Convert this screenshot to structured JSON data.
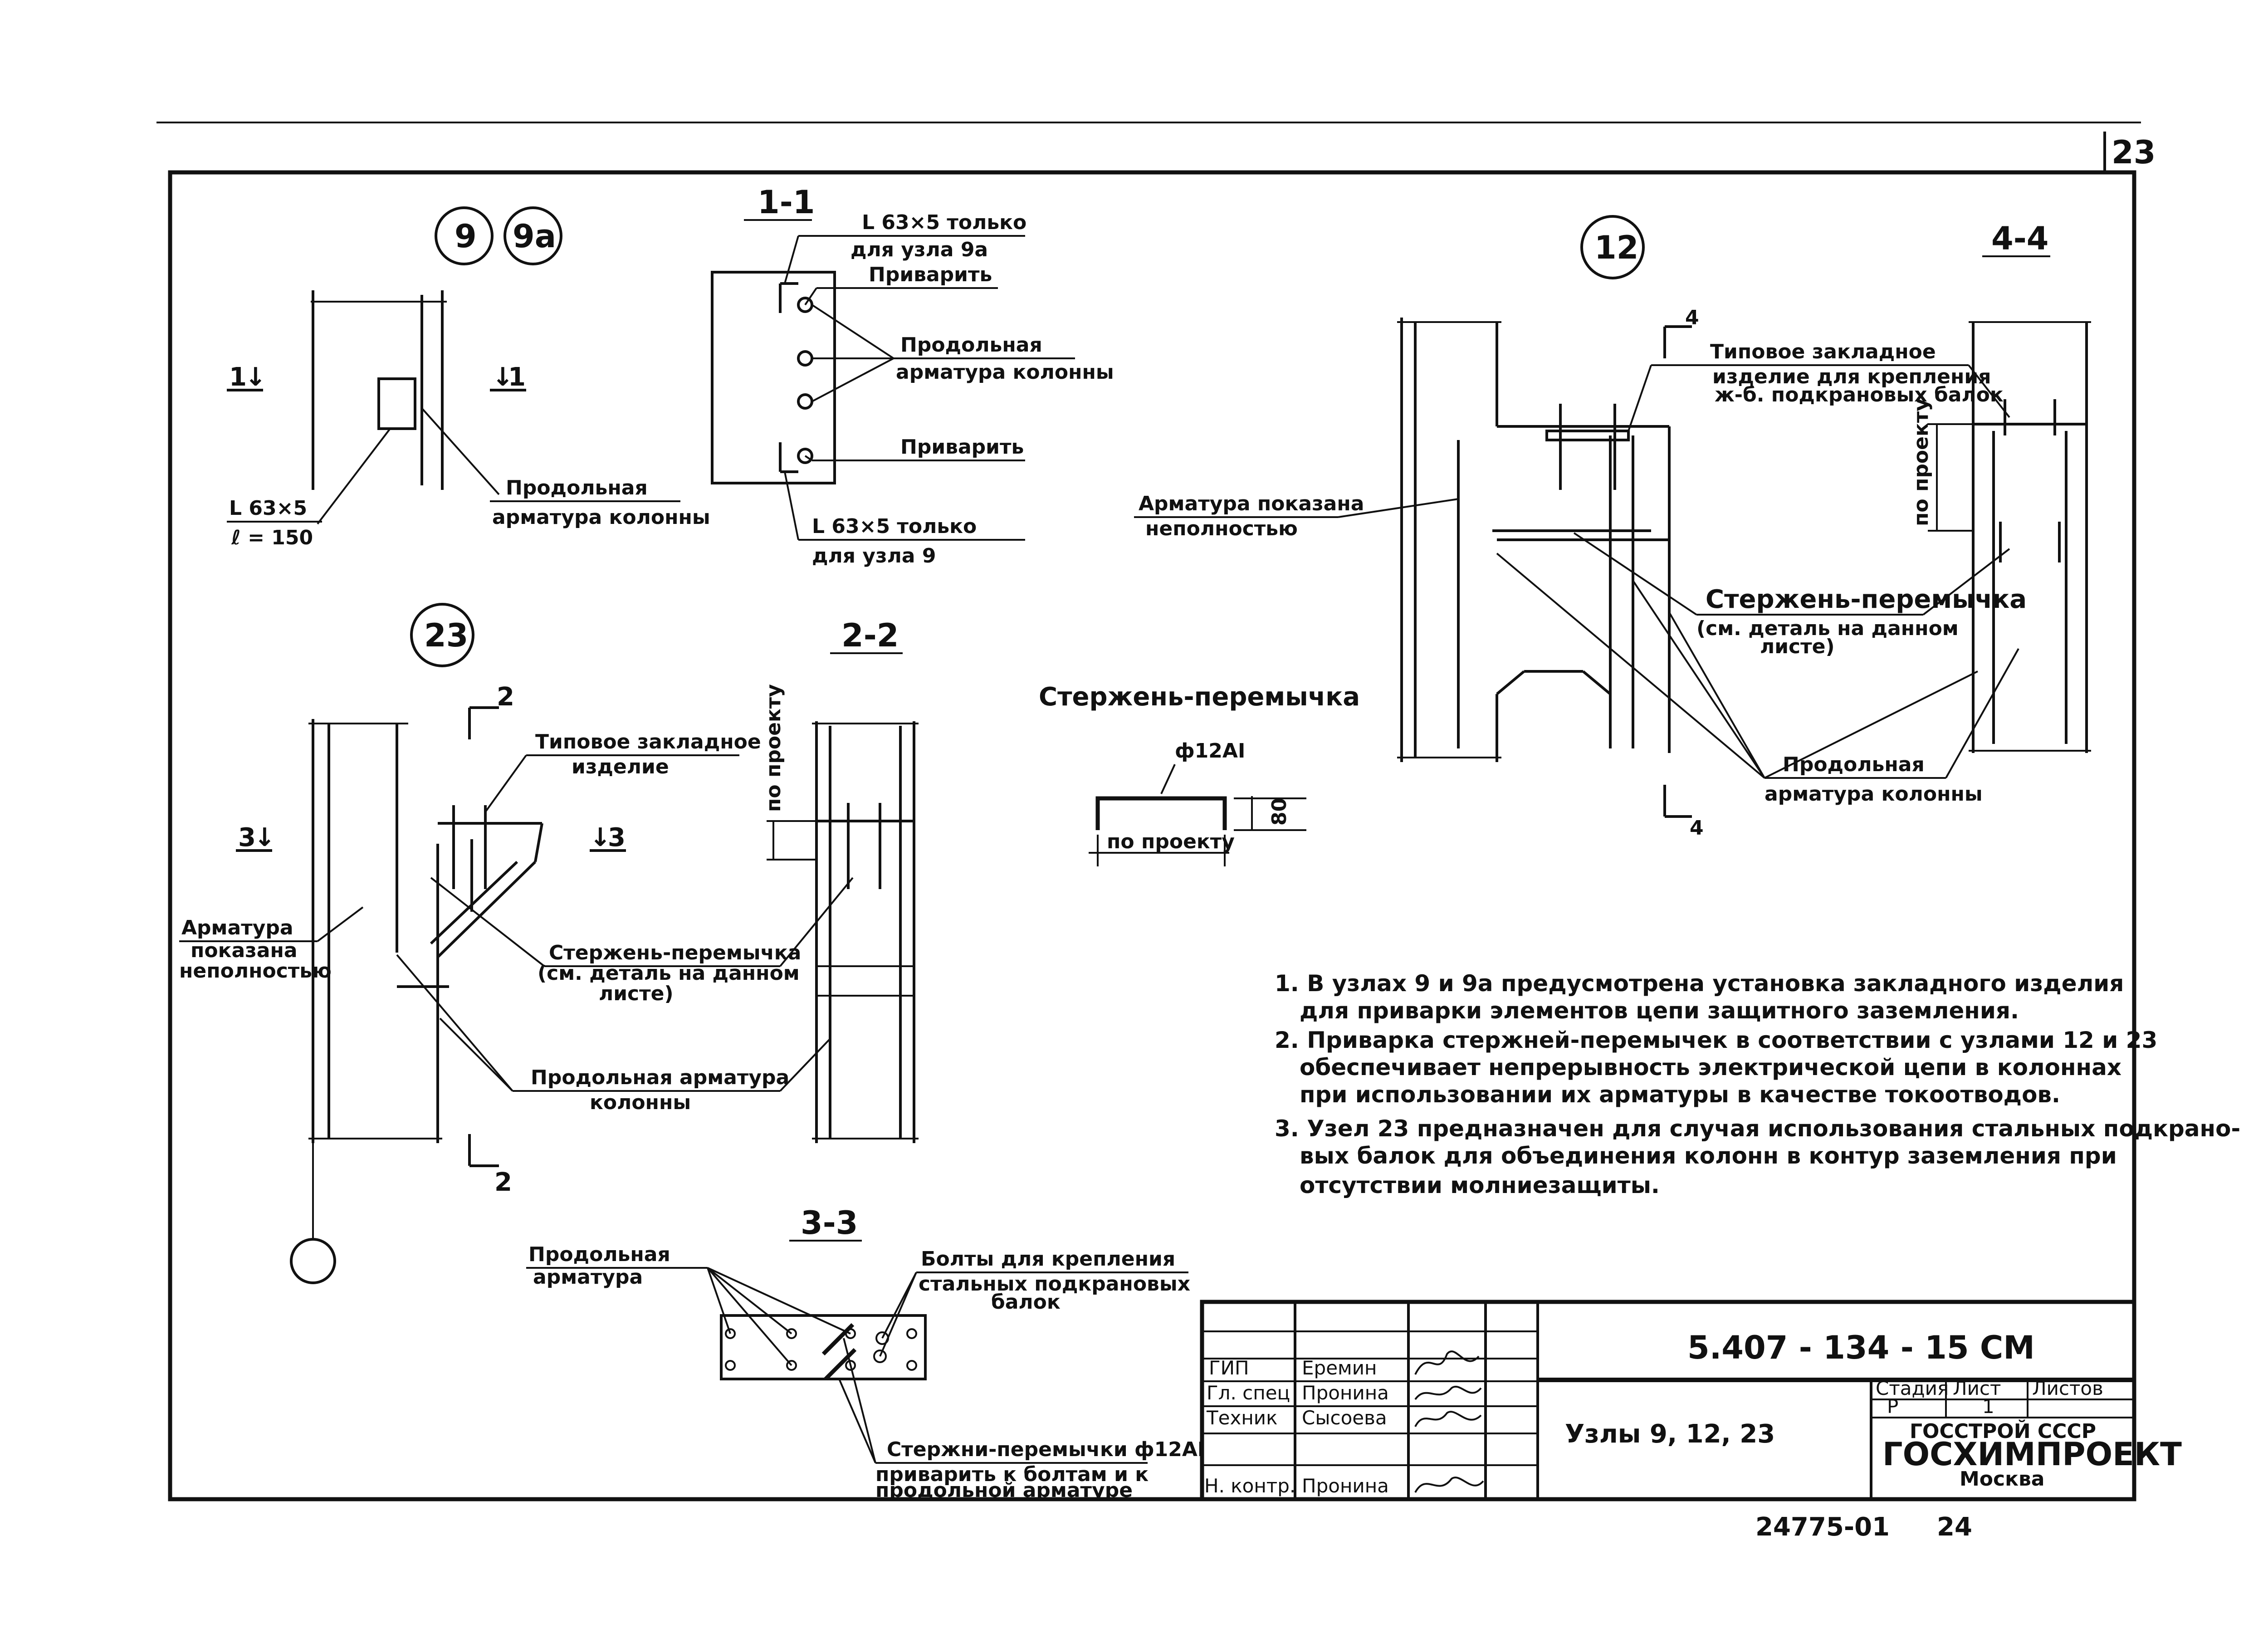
{
  "sheet_number": "23",
  "nodes": {
    "n9": "9",
    "n9a": "9а",
    "n12": "12",
    "n23": "23"
  },
  "sections": {
    "s11": "1-1",
    "s22": "2-2",
    "s33": "3-3",
    "s44": "4-4",
    "cut1": "1",
    "cut2": "2",
    "cut3": "3",
    "cut4": "4"
  },
  "labels": {
    "l63_only_9a_1": "L 63×5 только",
    "l63_only_9a_2": "для узла 9а",
    "weld": "Приварить",
    "long_rebar_1": "Продольная",
    "long_rebar_col": "арматура колонны",
    "l63_only_9_1": "L 63×5 только",
    "l63_only_9_2": "для узла 9",
    "l63": "L 63×5",
    "l150": "ℓ = 150",
    "typical_embed_1": "Типовое закладное",
    "typical_embed_2": "изделие",
    "typical_embed_12_2": "изделие для крепления",
    "typical_embed_12_3": "ж-б. подкрановых балок",
    "rebar_partial_1": "Арматура показана",
    "rebar_partial_2": "неполностью",
    "rebar_a": "Арматура",
    "rebar_b": "показана",
    "rebar_c": "неполностью",
    "jumper_1": "Стержень-перемычка",
    "jumper_2": "(см. деталь на данном",
    "jumper_3": "листе)",
    "long_rebar_col_one": "Продольная арматура",
    "long_rebar_col_two": "колонны",
    "by_project": "по проекту",
    "jumper_title": "Стержень-перемычка",
    "phi12": "ф12АI",
    "dim80": "80",
    "long_rebar_33_1": "Продольная",
    "long_rebar_33_2": "арматура",
    "bolts_1": "Болты для крепления",
    "bolts_2": "стальных подкрановых",
    "bolts_3": "балок",
    "jumpers_weld_1": "Стержни-перемычки ф12АI",
    "jumpers_weld_2": "приварить к болтам и к",
    "jumpers_weld_3": "продольной арматуре"
  },
  "notes": [
    "1. В узлах 9 и 9а предусмотрена установка закладного изделия",
    "для приварки элементов цепи защитного заземления.",
    "2. Приварка стержней-перемычек в соответствии с узлами 12 и 23",
    "обеспечивает непрерывность электрической цепи в колоннах",
    "при использовании их арматуры в качестве токоотводов.",
    "3. Узел 23 предназначен для случая использования стальных подкрано-",
    "вых балок для объединения колонн в контур заземления при",
    "отсутствии молниезащиты."
  ],
  "title_block": {
    "code": "5.407 - 134 - 15 СМ",
    "title": "Узлы 9, 12, 23",
    "stage_h": "Стадия",
    "sheet_h": "Лист",
    "sheets_h": "Листов",
    "stage": "Р",
    "sheet": "1",
    "org1": "ГОССТРОЙ СССР",
    "org2": "ГОСХИМПРОЕКТ",
    "org3": "Москва",
    "rows": [
      {
        "role": "ГИП",
        "name": "Еремин"
      },
      {
        "role": "Гл. спец",
        "name": "Пронина"
      },
      {
        "role": "Техник",
        "name": "Сысоева"
      },
      {
        "role": "",
        "name": ""
      },
      {
        "role": "Н. контр.",
        "name": "Пронина"
      }
    ]
  },
  "footer": {
    "archive": "24775-01",
    "page": "24"
  }
}
